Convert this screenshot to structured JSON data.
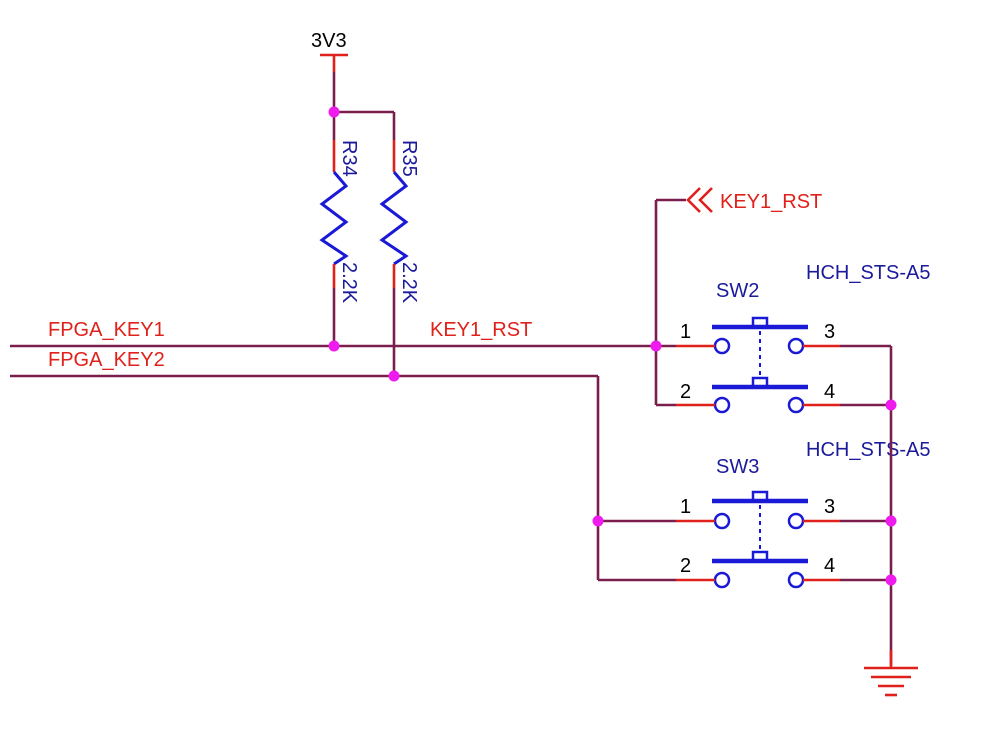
{
  "power": {
    "label": "3V3"
  },
  "resistors": [
    {
      "ref": "R34",
      "value": "2.2K"
    },
    {
      "ref": "R35",
      "value": "2.2K"
    }
  ],
  "nets": {
    "fpga_key1": "FPGA_KEY1",
    "fpga_key2": "FPGA_KEY2",
    "key1_rst": "KEY1_RST",
    "port_key1_rst": "KEY1_RST"
  },
  "switches": [
    {
      "ref": "SW2",
      "part": "HCH_STS-A5",
      "pins": [
        "1",
        "2",
        "3",
        "4"
      ]
    },
    {
      "ref": "SW3",
      "part": "HCH_STS-A5",
      "pins": [
        "1",
        "2",
        "3",
        "4"
      ]
    }
  ],
  "colors": {
    "wire": "#7a1f4d",
    "net_label": "#e0201a",
    "component": "#1a1ad6",
    "junction": "#ee1aee"
  }
}
